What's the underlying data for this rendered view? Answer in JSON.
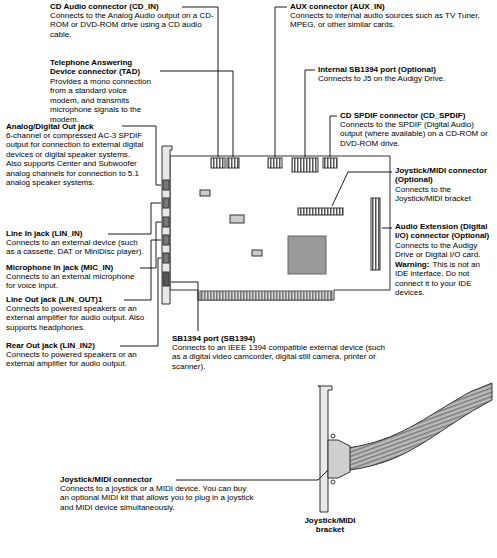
{
  "diagram": {
    "labels": [
      "CD Audio connector (CD_IN)",
      "Connects to the Analog Audio output on a CD-ROM or DVD-ROM drive using a CD audio cable.",
      "Telephone Answering Device connector (TAD)",
      "Provides a mono connection from a standard voice modem, and transmits microphone signals to the modem.",
      "Analog/Digital Out jack",
      "6-channel or compressed AC-3 SPDIF output for connection to external digital devices or digital speaker systems. Also supports Center and Subwoofer analog channels for connection to 5.1 analog speaker systems.",
      "Line In jack (LIN_IN)",
      "Connects to an external device (such as a cassette, DAT or MiniDisc player).",
      "Microphone In jack (MIC_IN)",
      "Connects to an external microphone for voice input.",
      "Line Out jack (LIN_OUT)1",
      "Connects to powered speakers or an external amplifier for audio output. Also supports headphones.",
      "Rear Out jack (LIN_IN2)",
      "Connects to powered speakers or an external amplifier for audio output.",
      "AUX connector (AUX_IN)",
      "Connects to internal audio sources such as TV Tuner, MPEG, or other similar cards.",
      "Internal SB1394 port (Optional)",
      "Connects to J5 on the Audigy Drive.",
      "CD SPDIF connector (CD_SPDIF)",
      "Connects to the SPDIF (Digital Audio) output (where available) on a CD-ROM or DVD-ROM drive.",
      "Joystick/MIDI connector (Optional)",
      "Connects to the Joystick/MIDI bracket",
      "Audio Extension (Digital I/O) connector (Optional)",
      "Connects to the Audigy Drive or Digital I/O card.",
      "Warning:",
      "This is not an IDE interface. Do not connect it to your IDE devices.",
      "SB1394 port (SB1394)",
      "Connects to an IEEE 1394 compatible external device (such as a digital video camcorder, digital still camera, printer or scanner).",
      "Joystick/MIDI connector",
      "Connects to a joystick or a MIDI device. You can buy an optional MIDI kit that allows you to plug in a joystick and MIDI device simultaneously.",
      "Joystick/MIDI bracket"
    ]
  }
}
